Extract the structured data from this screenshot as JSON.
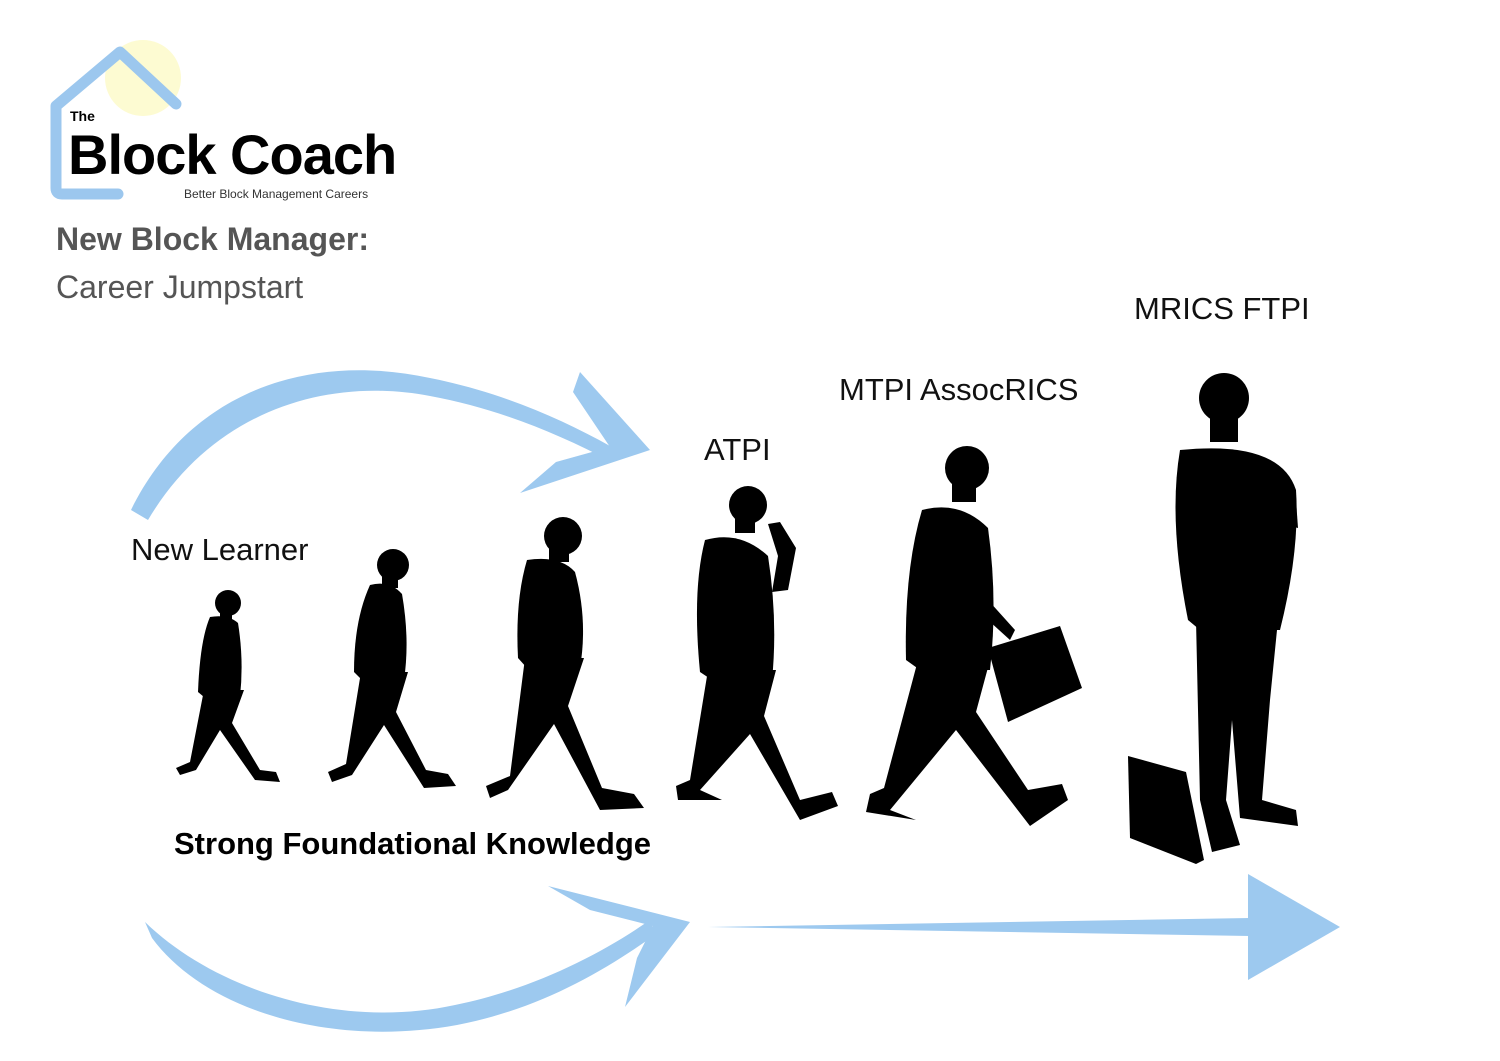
{
  "logo": {
    "the": "The",
    "name": "Block Coach",
    "tagline": "Better Block Management Careers",
    "outline_color": "#9cc7ee",
    "sun_color": "#fdfbd2"
  },
  "heading": {
    "title": "New Block Manager:",
    "subtitle": "Career Jumpstart"
  },
  "stages": [
    "New Learner",
    "ATPI",
    "MTPI AssocRICS",
    "MRICS FTPI"
  ],
  "foundation_label": "Strong Foundational Knowledge",
  "colors": {
    "arrow": "#9dc9ef",
    "silhouette": "#000000",
    "subtitle_text": "#555555"
  }
}
